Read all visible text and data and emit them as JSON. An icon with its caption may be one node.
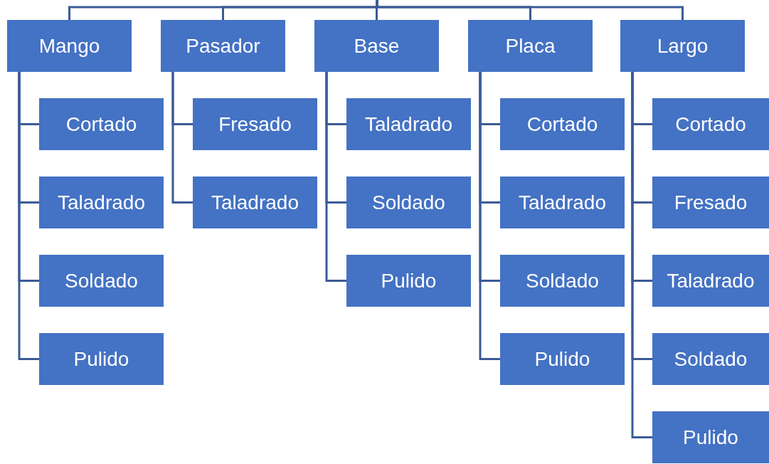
{
  "diagram": {
    "nodes": [
      {
        "text": [
          "Mango"
        ]
      },
      {
        "text": [
          "Pasador"
        ]
      },
      {
        "text": [
          "Base"
        ]
      },
      {
        "text": [
          "Placa"
        ]
      },
      {
        "text": [
          "Largo"
        ]
      },
      {
        "text": [
          "Cortado"
        ]
      },
      {
        "text": [
          "Taladrado"
        ]
      },
      {
        "text": [
          "Soldado"
        ]
      },
      {
        "text": [
          "Pulido"
        ]
      },
      {
        "text": [
          "Fresado"
        ]
      },
      {
        "text": [
          "Taladrado"
        ]
      },
      {
        "text": [
          "Taladrado"
        ]
      },
      {
        "text": [
          "Soldado"
        ]
      },
      {
        "text": [
          "Pulido"
        ]
      },
      {
        "text": [
          "Cortado"
        ]
      },
      {
        "text": [
          "Taladrado"
        ]
      },
      {
        "text": [
          "Soldado"
        ]
      },
      {
        "text": [
          "Pulido"
        ]
      },
      {
        "text": [
          "Cortado"
        ]
      },
      {
        "text": [
          "Fresado"
        ]
      },
      {
        "text": [
          "Taladrado"
        ]
      },
      {
        "text": [
          "Soldado"
        ]
      },
      {
        "text": [
          "Pulido"
        ]
      }
    ],
    "edges": [
      {
        "from": null,
        "to": 0,
        "arrow": "none"
      },
      {
        "from": null,
        "to": 1,
        "arrow": "none"
      },
      {
        "from": null,
        "to": 2,
        "arrow": "none"
      },
      {
        "from": null,
        "to": 3,
        "arrow": "none"
      },
      {
        "from": null,
        "to": 4,
        "arrow": "none"
      },
      {
        "from": 0,
        "to": 5,
        "arrow": "none"
      },
      {
        "from": 0,
        "to": 6,
        "arrow": "none"
      },
      {
        "from": 0,
        "to": 7,
        "arrow": "none"
      },
      {
        "from": 0,
        "to": 8,
        "arrow": "none"
      },
      {
        "from": 1,
        "to": 9,
        "arrow": "none"
      },
      {
        "from": 1,
        "to": 10,
        "arrow": "none"
      },
      {
        "from": 2,
        "to": 11,
        "arrow": "none"
      },
      {
        "from": 2,
        "to": 12,
        "arrow": "none"
      },
      {
        "from": 2,
        "to": 13,
        "arrow": "none"
      },
      {
        "from": 3,
        "to": 14,
        "arrow": "none"
      },
      {
        "from": 3,
        "to": 15,
        "arrow": "none"
      },
      {
        "from": 3,
        "to": 16,
        "arrow": "none"
      },
      {
        "from": 3,
        "to": 17,
        "arrow": "none"
      },
      {
        "from": 4,
        "to": 18,
        "arrow": "none"
      },
      {
        "from": 4,
        "to": 19,
        "arrow": "none"
      },
      {
        "from": 4,
        "to": 20,
        "arrow": "none"
      },
      {
        "from": 4,
        "to": 21,
        "arrow": "none"
      },
      {
        "from": 4,
        "to": 22,
        "arrow": "none"
      }
    ]
  }
}
